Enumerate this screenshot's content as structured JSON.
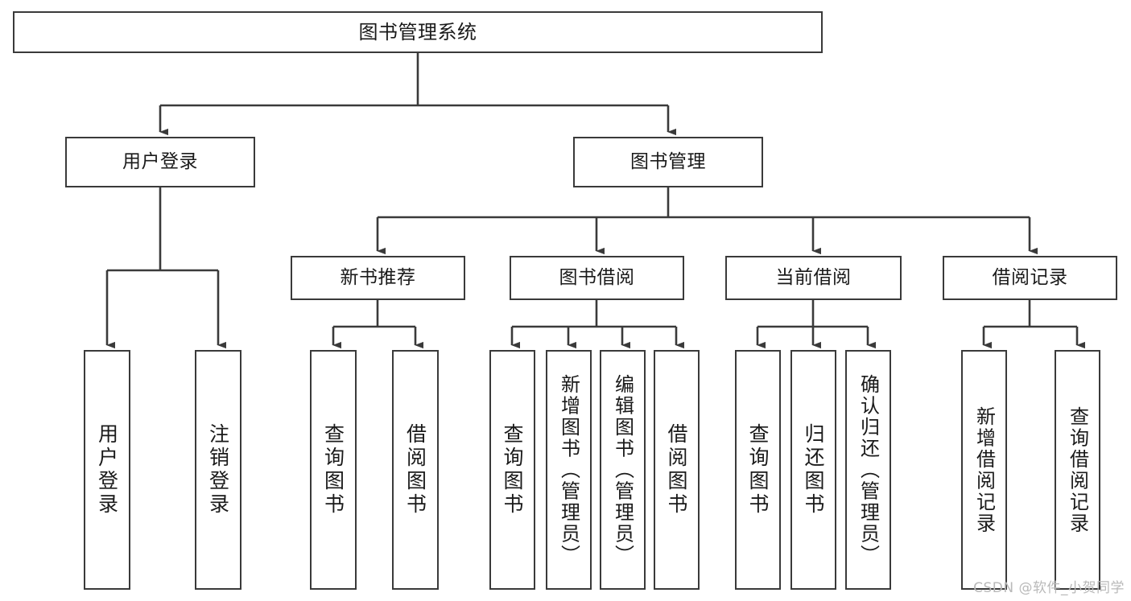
{
  "diagram": {
    "type": "tree",
    "title": "图书管理系统",
    "watermark": "CSDN @软件_小贺同学",
    "colors": {
      "background": "#ffffff",
      "box_border": "#3a3a3a",
      "box_fill": "#ffffff",
      "text": "#1a1a1a",
      "edge": "#3a3a3a",
      "watermark": "#b9b9b9"
    },
    "nodes": {
      "root": {
        "label": "图书管理系统",
        "level": 1
      },
      "user_login": {
        "label": "用户登录",
        "level": 2
      },
      "book_manage": {
        "label": "图书管理",
        "level": 2
      },
      "new_book_rec": {
        "label": "新书推荐",
        "level": 3
      },
      "book_borrow": {
        "label": "图书借阅",
        "level": 3
      },
      "current_borrow": {
        "label": "当前借阅",
        "level": 3
      },
      "borrow_record": {
        "label": "借阅记录",
        "level": 3
      },
      "leaf_user_login": {
        "label": "用户登录",
        "level": 4
      },
      "leaf_logout": {
        "label": "注销登录",
        "level": 4
      },
      "leaf_query_book_1": {
        "label": "查询图书",
        "level": 4
      },
      "leaf_borrow_book_1": {
        "label": "借阅图书",
        "level": 4
      },
      "leaf_query_book_2": {
        "label": "查询图书",
        "level": 4
      },
      "leaf_add_book": {
        "label": "新增图书（管理员）",
        "level": 4
      },
      "leaf_edit_book": {
        "label": "编辑图书（管理员）",
        "level": 4
      },
      "leaf_borrow_book_2": {
        "label": "借阅图书",
        "level": 4
      },
      "leaf_query_book_3": {
        "label": "查询图书",
        "level": 4
      },
      "leaf_return_book": {
        "label": "归还图书",
        "level": 4
      },
      "leaf_confirm_return": {
        "label": "确认归还（管理员）",
        "level": 4
      },
      "leaf_add_record": {
        "label": "新增借阅记录",
        "level": 4
      },
      "leaf_query_record": {
        "label": "查询借阅记录",
        "level": 4
      }
    },
    "edges": [
      {
        "from": "root",
        "to": "user_login"
      },
      {
        "from": "root",
        "to": "book_manage"
      },
      {
        "from": "user_login",
        "to": "leaf_user_login"
      },
      {
        "from": "user_login",
        "to": "leaf_logout"
      },
      {
        "from": "book_manage",
        "to": "new_book_rec"
      },
      {
        "from": "book_manage",
        "to": "book_borrow"
      },
      {
        "from": "book_manage",
        "to": "current_borrow"
      },
      {
        "from": "book_manage",
        "to": "borrow_record"
      },
      {
        "from": "new_book_rec",
        "to": "leaf_query_book_1"
      },
      {
        "from": "new_book_rec",
        "to": "leaf_borrow_book_1"
      },
      {
        "from": "book_borrow",
        "to": "leaf_query_book_2"
      },
      {
        "from": "book_borrow",
        "to": "leaf_add_book"
      },
      {
        "from": "book_borrow",
        "to": "leaf_edit_book"
      },
      {
        "from": "book_borrow",
        "to": "leaf_borrow_book_2"
      },
      {
        "from": "current_borrow",
        "to": "leaf_query_book_3"
      },
      {
        "from": "current_borrow",
        "to": "leaf_return_book"
      },
      {
        "from": "current_borrow",
        "to": "leaf_confirm_return"
      },
      {
        "from": "borrow_record",
        "to": "leaf_add_record"
      },
      {
        "from": "borrow_record",
        "to": "leaf_query_record"
      }
    ]
  }
}
